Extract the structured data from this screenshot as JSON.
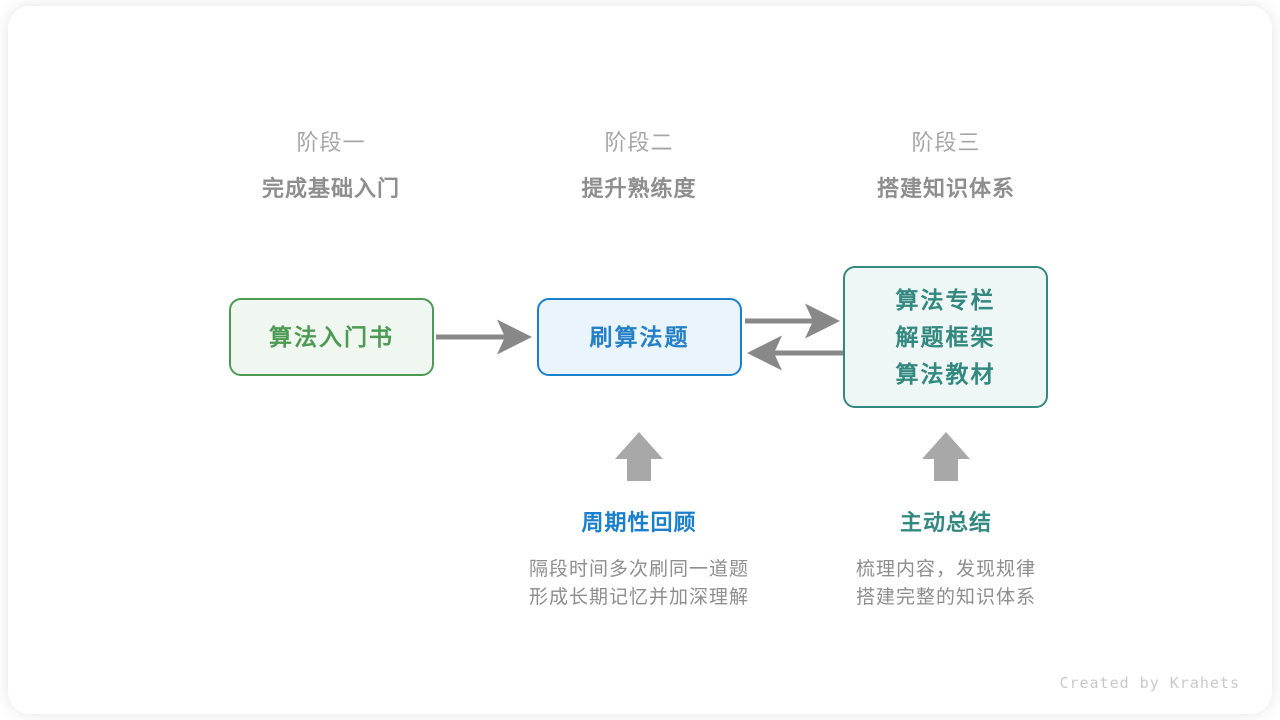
{
  "canvas": {
    "background": "#ffffff",
    "card_background": "#ffffff"
  },
  "colors": {
    "green": "#4d9a54",
    "green_fill": "#f0f7f0",
    "blue": "#1b80cb",
    "blue_fill": "#eaf4fc",
    "teal": "#33887f",
    "teal_fill": "#eef7f5",
    "gray_text": "#8e8e8e",
    "gray_kicker": "#a6a6a6",
    "arrow": "#888888",
    "credit": "#c9c9c9"
  },
  "stages": [
    {
      "kicker": "阶段一",
      "title": "完成基础入门"
    },
    {
      "kicker": "阶段二",
      "title": "提升熟练度"
    },
    {
      "kicker": "阶段三",
      "title": "搭建知识体系"
    }
  ],
  "nodes": {
    "book": {
      "lines": [
        "算法入门书"
      ]
    },
    "practice": {
      "lines": [
        "刷算法题"
      ]
    },
    "system": {
      "lines": [
        "算法专栏",
        "解题框架",
        "算法教材"
      ]
    }
  },
  "notes": [
    {
      "title": "周期性回顾",
      "body_lines": [
        "隔段时间多次刷同一道题",
        "形成长期记忆并加深理解"
      ]
    },
    {
      "title": "主动总结",
      "body_lines": [
        "梳理内容，发现规律",
        "搭建完整的知识体系"
      ]
    }
  ],
  "arrows": [
    {
      "name": "book-to-practice",
      "direction": "right"
    },
    {
      "name": "practice-to-system",
      "direction": "right"
    },
    {
      "name": "system-to-practice",
      "direction": "left"
    },
    {
      "name": "review-up-arrow",
      "direction": "up"
    },
    {
      "name": "summary-up-arrow",
      "direction": "up"
    }
  ],
  "credit": "Created by Krahets"
}
